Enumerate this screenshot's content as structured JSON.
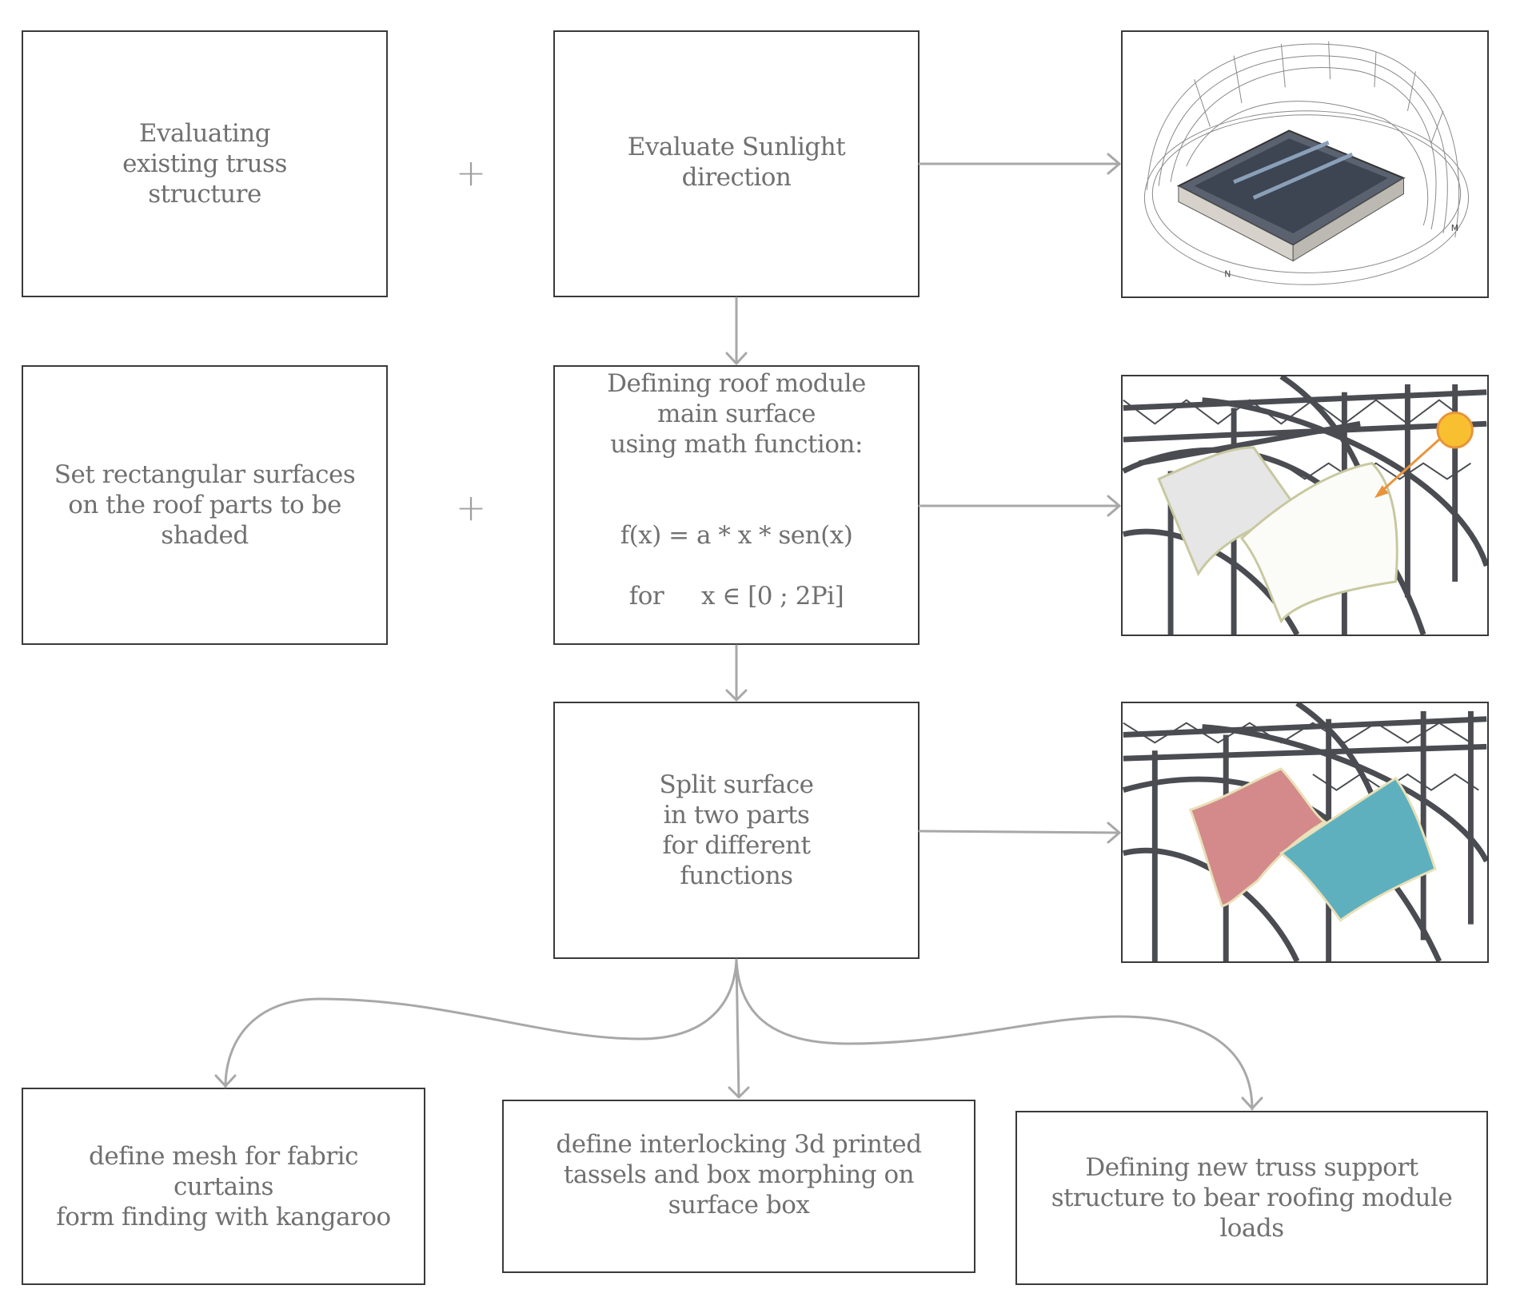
{
  "steps": {
    "evaluate_truss": "Evaluating\nexisting truss\nstructure",
    "evaluate_sunlight": "Evaluate Sunlight\ndirection",
    "set_surfaces": "Set rectangular surfaces\non the roof parts to be\nshaded",
    "define_roof": "Defining roof module\nmain surface\nusing math function:",
    "formula_line1": "f(x) = a * x * sen(x)",
    "formula_line2": "for     x ∈ [0 ; 2Pi]",
    "split_surface": "Split surface\nin two parts\nfor different\nfunctions",
    "mesh_fabric": "define mesh for fabric\ncurtains\nform finding with kangaroo",
    "interlocking_tassels": "define interlocking 3d printed\ntassels and box morphing on\nsurface box",
    "new_truss": "Defining new truss support\nstructure to bear roofing module\nloads"
  },
  "operators": {
    "plus": "+"
  },
  "illustrations": {
    "sunpath": {
      "compass_label": "N",
      "label_m": "M"
    },
    "roof_sun": {
      "sun_fill": "#F8C030",
      "sun_stroke": "#E8943A",
      "arrow_color": "#E8943A",
      "surface_color": "#FFFFFF"
    },
    "roof_split": {
      "left_part_color": "#D48A8A",
      "right_part_color": "#5FB0BE"
    }
  },
  "colors": {
    "box_border": "#3a3a3a",
    "text": "#707070",
    "connector": "#a8a8a8",
    "truss": "#4a4c52"
  }
}
